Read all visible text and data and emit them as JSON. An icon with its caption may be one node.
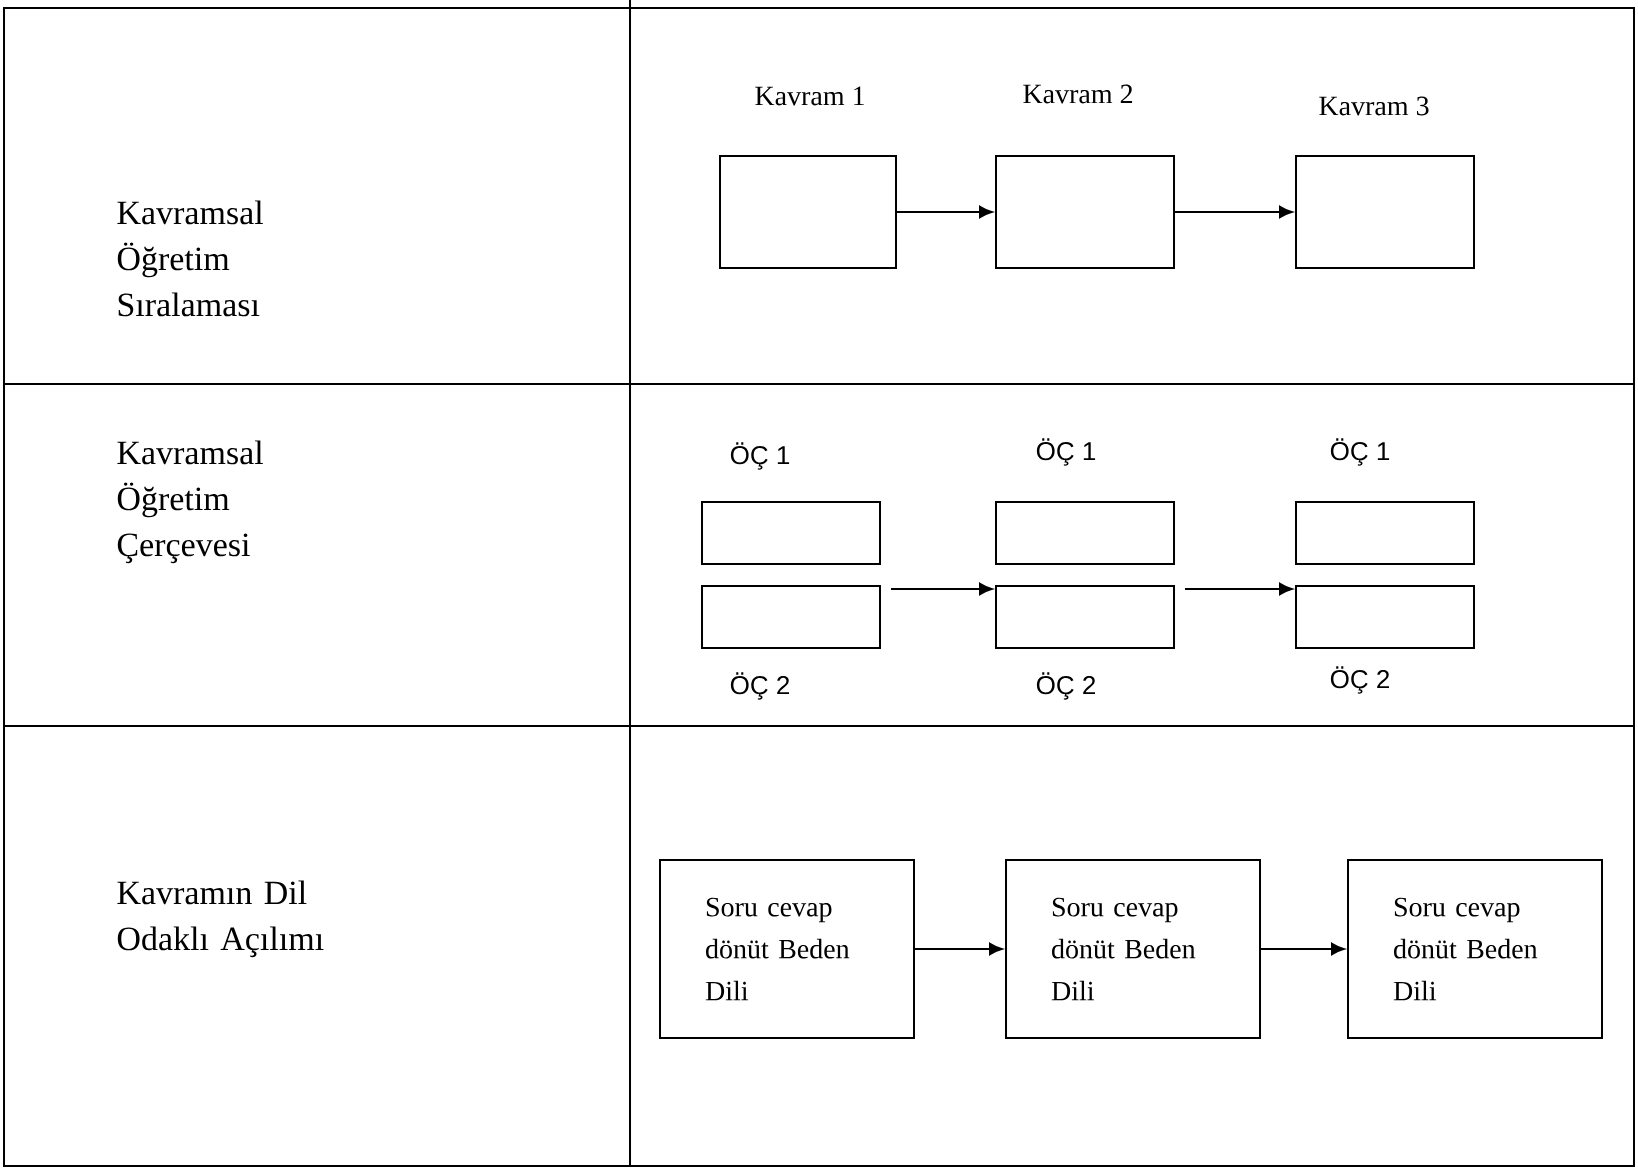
{
  "diagram": {
    "nodes": [
      {
        "text": [
          "Kavram 1"
        ]
      },
      {
        "text": [
          "Kavram 2"
        ]
      },
      {
        "text": [
          "Kavram 3"
        ]
      },
      {
        "text": [
          "ÖÇ 1"
        ]
      },
      {
        "text": [
          "ÖÇ 2"
        ]
      },
      {
        "text": [
          "ÖÇ 1"
        ]
      },
      {
        "text": [
          "ÖÇ 2"
        ]
      },
      {
        "text": [
          "ÖÇ 1"
        ]
      },
      {
        "text": [
          "ÖÇ 2"
        ]
      },
      {
        "text": [
          "Soru cevap dönüt Beden Dili"
        ]
      },
      {
        "text": [
          "Soru cevap dönüt Beden Dili"
        ]
      },
      {
        "text": [
          "Soru cevap dönüt Beden Dili"
        ]
      }
    ],
    "edges": [
      {
        "from": 0,
        "to": 1,
        "arrow": "to"
      },
      {
        "from": 1,
        "to": 2,
        "arrow": "to"
      },
      {
        "from": 4,
        "to": 6,
        "arrow": "to"
      },
      {
        "from": 6,
        "to": 8,
        "arrow": "to"
      },
      {
        "from": 9,
        "to": 10,
        "arrow": "to"
      },
      {
        "from": 10,
        "to": 11,
        "arrow": "to"
      }
    ],
    "labels": [
      "Kavramsal Öğretim Sıralaması",
      "Kavramsal Öğretim Çerçevesi",
      "Kavramın Dil Odaklı Açılımı"
    ]
  }
}
